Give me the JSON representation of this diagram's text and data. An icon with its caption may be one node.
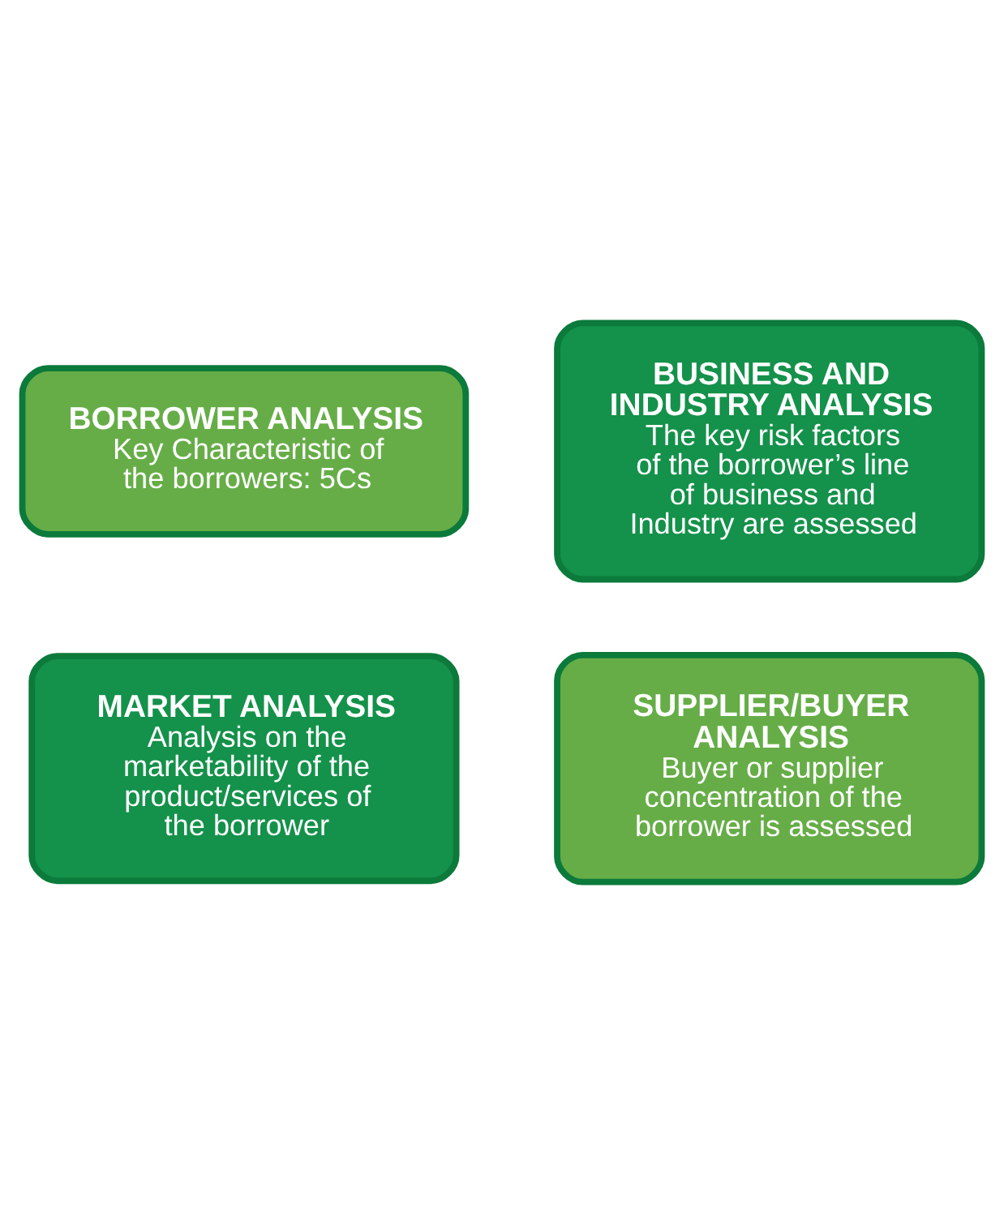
{
  "diagram": {
    "nodes": [
      {
        "text": [
          "BORROWER ANALYSIS",
          "Key Characteristic of the borrowers: 5Cs"
        ]
      },
      {
        "text": [
          "BUSINESS AND INDUSTRY ANALYSIS",
          "The key risk factors of the borrower’s line of business and Industry are assessed"
        ]
      },
      {
        "text": [
          "MARKET ANALYSIS",
          "Analysis on the marketability of the product/services of the borrower"
        ]
      },
      {
        "text": [
          "SUPPLIER/BUYER ANALYSIS",
          "Buyer or supplier concentration of the borrower is assessed"
        ]
      }
    ],
    "edges": []
  }
}
